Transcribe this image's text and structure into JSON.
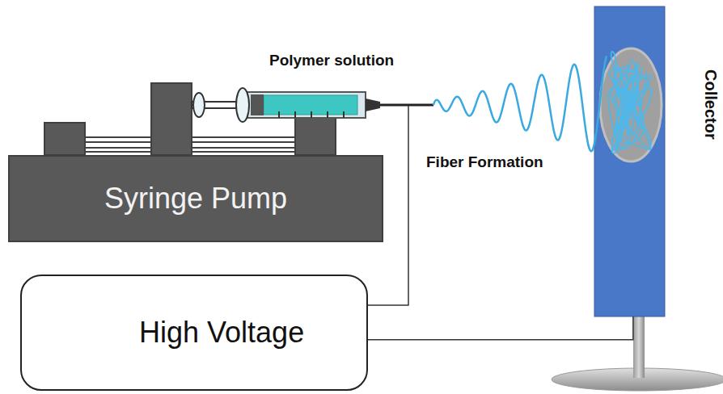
{
  "diagram": {
    "nodes": [
      {
        "text": [
          "Syringe Pump"
        ]
      },
      {
        "text": [
          "High Voltage"
        ]
      },
      {
        "text": [
          "Collector"
        ]
      }
    ],
    "edges": [
      {
        "from": 1,
        "to": 2,
        "arrow": "none"
      }
    ],
    "labels": [
      "Polymer solution",
      "Fiber Formation"
    ]
  }
}
